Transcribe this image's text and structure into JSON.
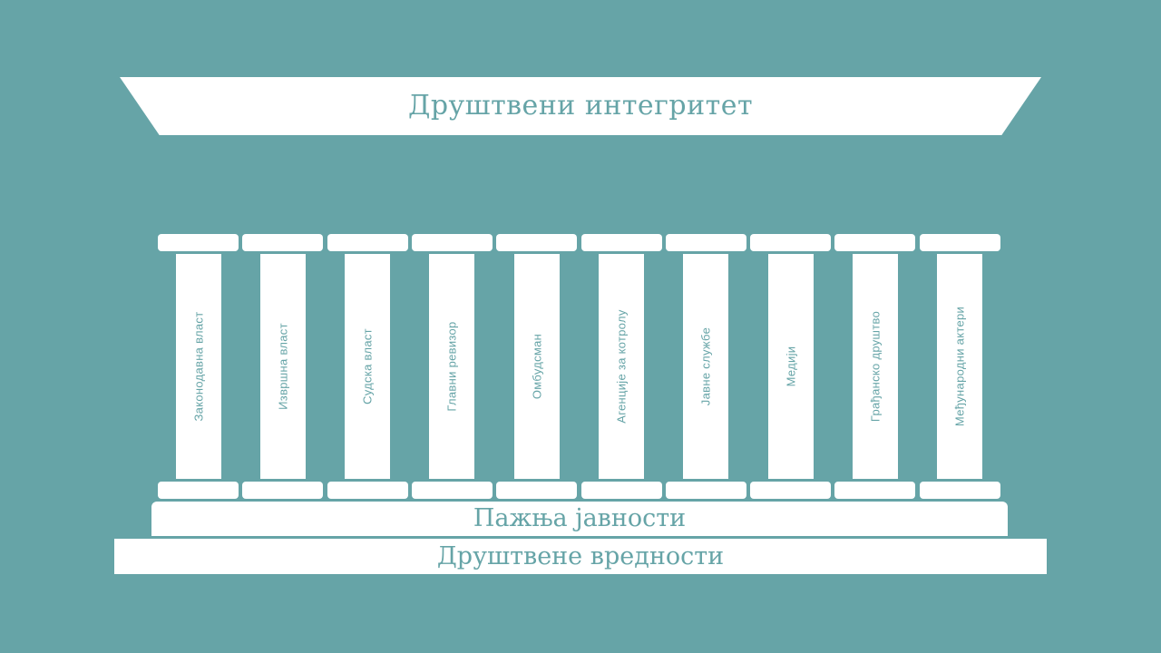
{
  "roof": {
    "title": "Друштвени интегритет"
  },
  "pillars": [
    {
      "label": "Законодавна власт"
    },
    {
      "label": "Извршна власт"
    },
    {
      "label": "Судска власт"
    },
    {
      "label": "Главни ревизор"
    },
    {
      "label": "Омбудсман"
    },
    {
      "label": "Агенције за котролу"
    },
    {
      "label": "Јавне службе"
    },
    {
      "label": "Медији"
    },
    {
      "label": "Грађанско друштво"
    },
    {
      "label": "Међународни актери"
    }
  ],
  "base": {
    "upper_step": "Пажња јавности",
    "lower_step": "Друштвене вредности"
  },
  "colors": {
    "background": "#66a4a7",
    "structure": "#ffffff",
    "text": "#66a4a7"
  }
}
